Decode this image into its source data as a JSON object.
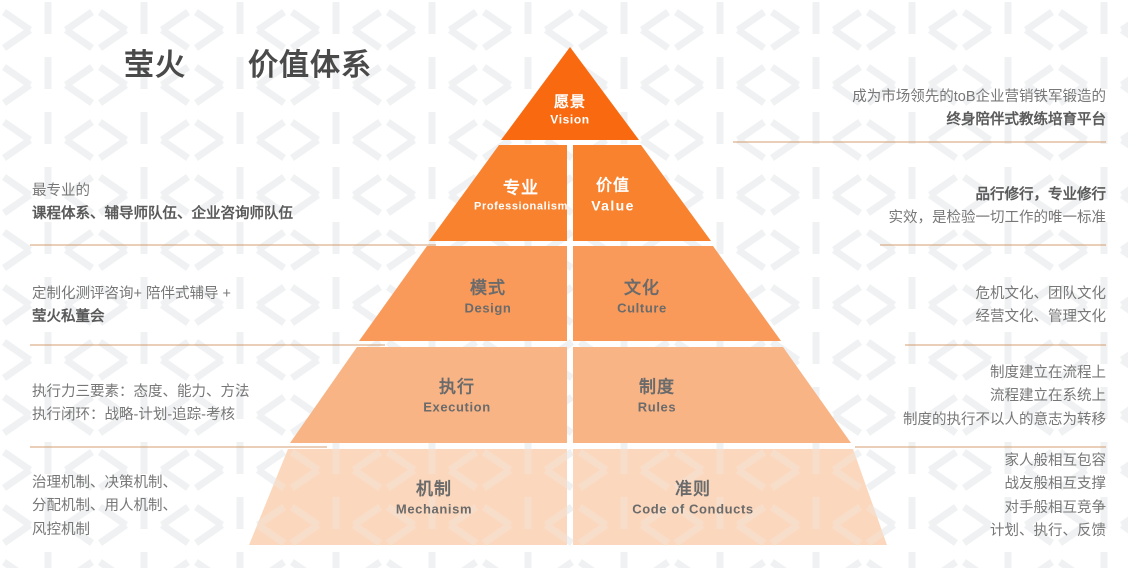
{
  "header": {
    "brand": "莹火",
    "title": "价值体系"
  },
  "colors": {
    "tier1": "#F96A10",
    "tier2": "#F9822F",
    "tier3": "#F99A5A",
    "tier4": "#F9B485",
    "tier5": "#FBD8BD",
    "divider_line": "#D8874C",
    "text_gray": "#777777",
    "text_dark": "#4A4A4A",
    "background": "#FFFFFF"
  },
  "pyramid": {
    "tiers": [
      {
        "id": "vision",
        "cells": [
          {
            "id": "vision",
            "cn": "愿景",
            "en": "Vision",
            "text_on": "orange"
          }
        ],
        "right_note": {
          "lines": [
            {
              "text": "成为市场领先的toB企业营销铁军锻造的",
              "bold": false
            },
            {
              "text": "终身陪伴式教练培育平台",
              "bold": true
            }
          ]
        },
        "left_note": null
      },
      {
        "id": "professionalism-value",
        "cells": [
          {
            "id": "professionalism",
            "cn": "专业",
            "en": "Professionalism",
            "text_on": "orange"
          },
          {
            "id": "value",
            "cn": "价值",
            "en": "Value",
            "text_on": "orange"
          }
        ],
        "left_note": {
          "lines": [
            {
              "text": "最专业的",
              "bold": false
            },
            {
              "text": "课程体系、辅导师队伍、企业咨询师队伍",
              "bold": true
            }
          ]
        },
        "right_note": {
          "lines": [
            {
              "text": "品行修行，专业修行",
              "bold": true
            },
            {
              "text": "实效，是检验一切工作的唯一标准",
              "bold": false
            }
          ]
        }
      },
      {
        "id": "design-culture",
        "cells": [
          {
            "id": "design",
            "cn": "模式",
            "en": "Design",
            "text_on": "light"
          },
          {
            "id": "culture",
            "cn": "文化",
            "en": "Culture",
            "text_on": "light"
          }
        ],
        "left_note": {
          "lines": [
            {
              "text": "定制化测评咨询+ 陪伴式辅导 +",
              "bold": false
            },
            {
              "text": "莹火私董会",
              "bold": true
            }
          ]
        },
        "right_note": {
          "lines": [
            {
              "text": "危机文化、团队文化",
              "bold": false
            },
            {
              "text": "经营文化、管理文化",
              "bold": false
            }
          ]
        }
      },
      {
        "id": "execution-rules",
        "cells": [
          {
            "id": "execution",
            "cn": "执行",
            "en": "Execution",
            "text_on": "light"
          },
          {
            "id": "rules",
            "cn": "制度",
            "en": "Rules",
            "text_on": "light"
          }
        ],
        "left_note": {
          "lines": [
            {
              "text": "执行力三要素：态度、能力、方法",
              "bold": false
            },
            {
              "text": "执行闭环：战略-计划-追踪-考核",
              "bold": false
            }
          ]
        },
        "right_note": {
          "lines": [
            {
              "text": "制度建立在流程上",
              "bold": false
            },
            {
              "text": "流程建立在系统上",
              "bold": false
            },
            {
              "text": "制度的执行不以人的意志为转移",
              "bold": false
            }
          ]
        }
      },
      {
        "id": "mechanism-conducts",
        "cells": [
          {
            "id": "mechanism",
            "cn": "机制",
            "en": "Mechanism",
            "text_on": "light"
          },
          {
            "id": "conducts",
            "cn": "准则",
            "en": "Code of Conducts",
            "text_on": "light"
          }
        ],
        "left_note": {
          "lines": [
            {
              "text": "治理机制、决策机制、",
              "bold": false
            },
            {
              "text": "分配机制、用人机制、",
              "bold": false
            },
            {
              "text": "风控机制",
              "bold": false
            }
          ]
        },
        "right_note": {
          "lines": [
            {
              "text": "家人般相互包容",
              "bold": false
            },
            {
              "text": "战友般相互支撑",
              "bold": false
            },
            {
              "text": "对手般相互竞争",
              "bold": false
            },
            {
              "text": "计划、执行、反馈",
              "bold": false
            }
          ]
        }
      }
    ]
  }
}
